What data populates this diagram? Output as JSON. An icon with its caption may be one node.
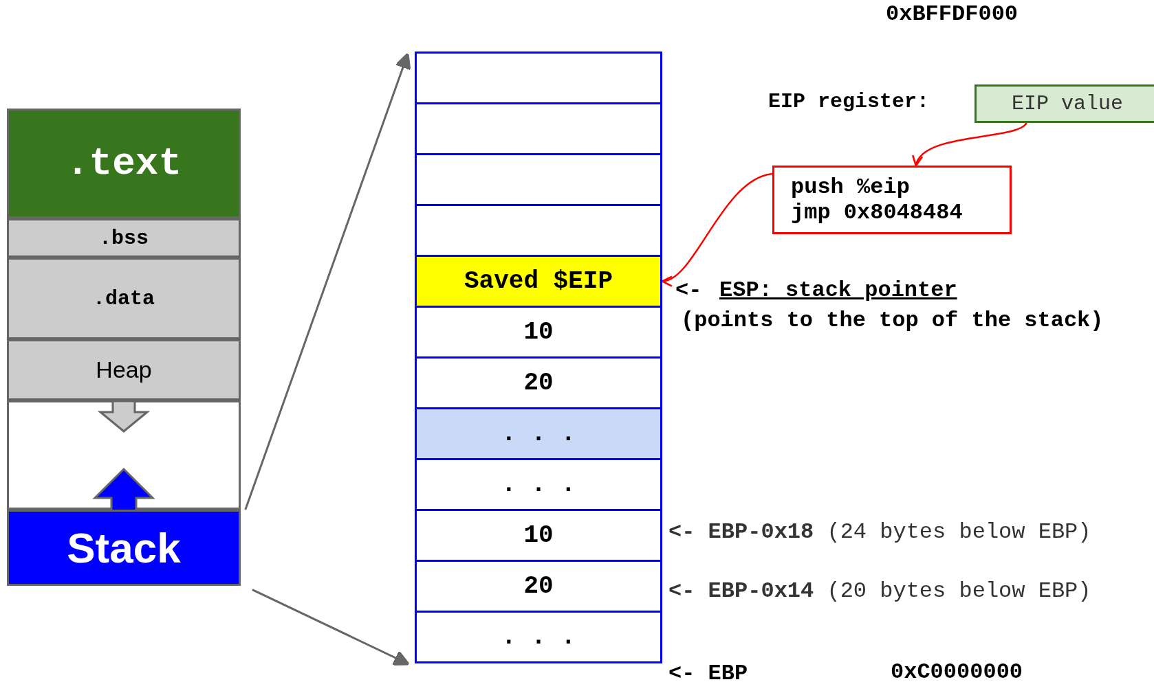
{
  "diagram": {
    "nodes": [
      {
        "text": [
          ".text"
        ]
      },
      {
        "text": [
          ".bss"
        ]
      },
      {
        "text": [
          ".data"
        ]
      },
      {
        "text": [
          "Heap"
        ]
      },
      {
        "text": [],
        "shape": "box"
      },
      {
        "text": [
          "Stack"
        ]
      },
      {
        "text": [],
        "shape": "box"
      },
      {
        "text": [],
        "shape": "box"
      },
      {
        "text": [],
        "shape": "box"
      },
      {
        "text": [],
        "shape": "box"
      },
      {
        "text": [
          "Saved $EIP"
        ]
      },
      {
        "text": [
          "10"
        ]
      },
      {
        "text": [
          "20"
        ]
      },
      {
        "text": [
          ". . ."
        ]
      },
      {
        "text": [
          ". . ."
        ]
      },
      {
        "text": [
          "10"
        ]
      },
      {
        "text": [
          "20"
        ]
      },
      {
        "text": [
          ". . ."
        ]
      },
      {
        "text": [
          "EIP value"
        ],
        "beside": [
          "EIP register:"
        ]
      },
      {
        "text": [
          "push %eip",
          "jmp 0x8048484"
        ]
      }
    ],
    "edges": [
      {
        "from": 5,
        "to": 6,
        "arrow": "to",
        "color": "#666666"
      },
      {
        "from": 5,
        "to": 17,
        "arrow": "to",
        "color": "#666666"
      },
      {
        "from": 18,
        "to": 19,
        "arrow": "to",
        "color": "#ff0000"
      },
      {
        "from": 19,
        "to": 10,
        "arrow": "to",
        "color": "#ff0000"
      }
    ],
    "labels": [
      "0xBFFDF000",
      "<-",
      "ESP: stack pointer",
      "(points to the top of the stack)",
      "**<- EBP-0x18** (24 bytes below EBP)",
      "**<- EBP-0x14** (20 bytes below EBP)",
      "<- EBP",
      "0xC0000000"
    ]
  }
}
